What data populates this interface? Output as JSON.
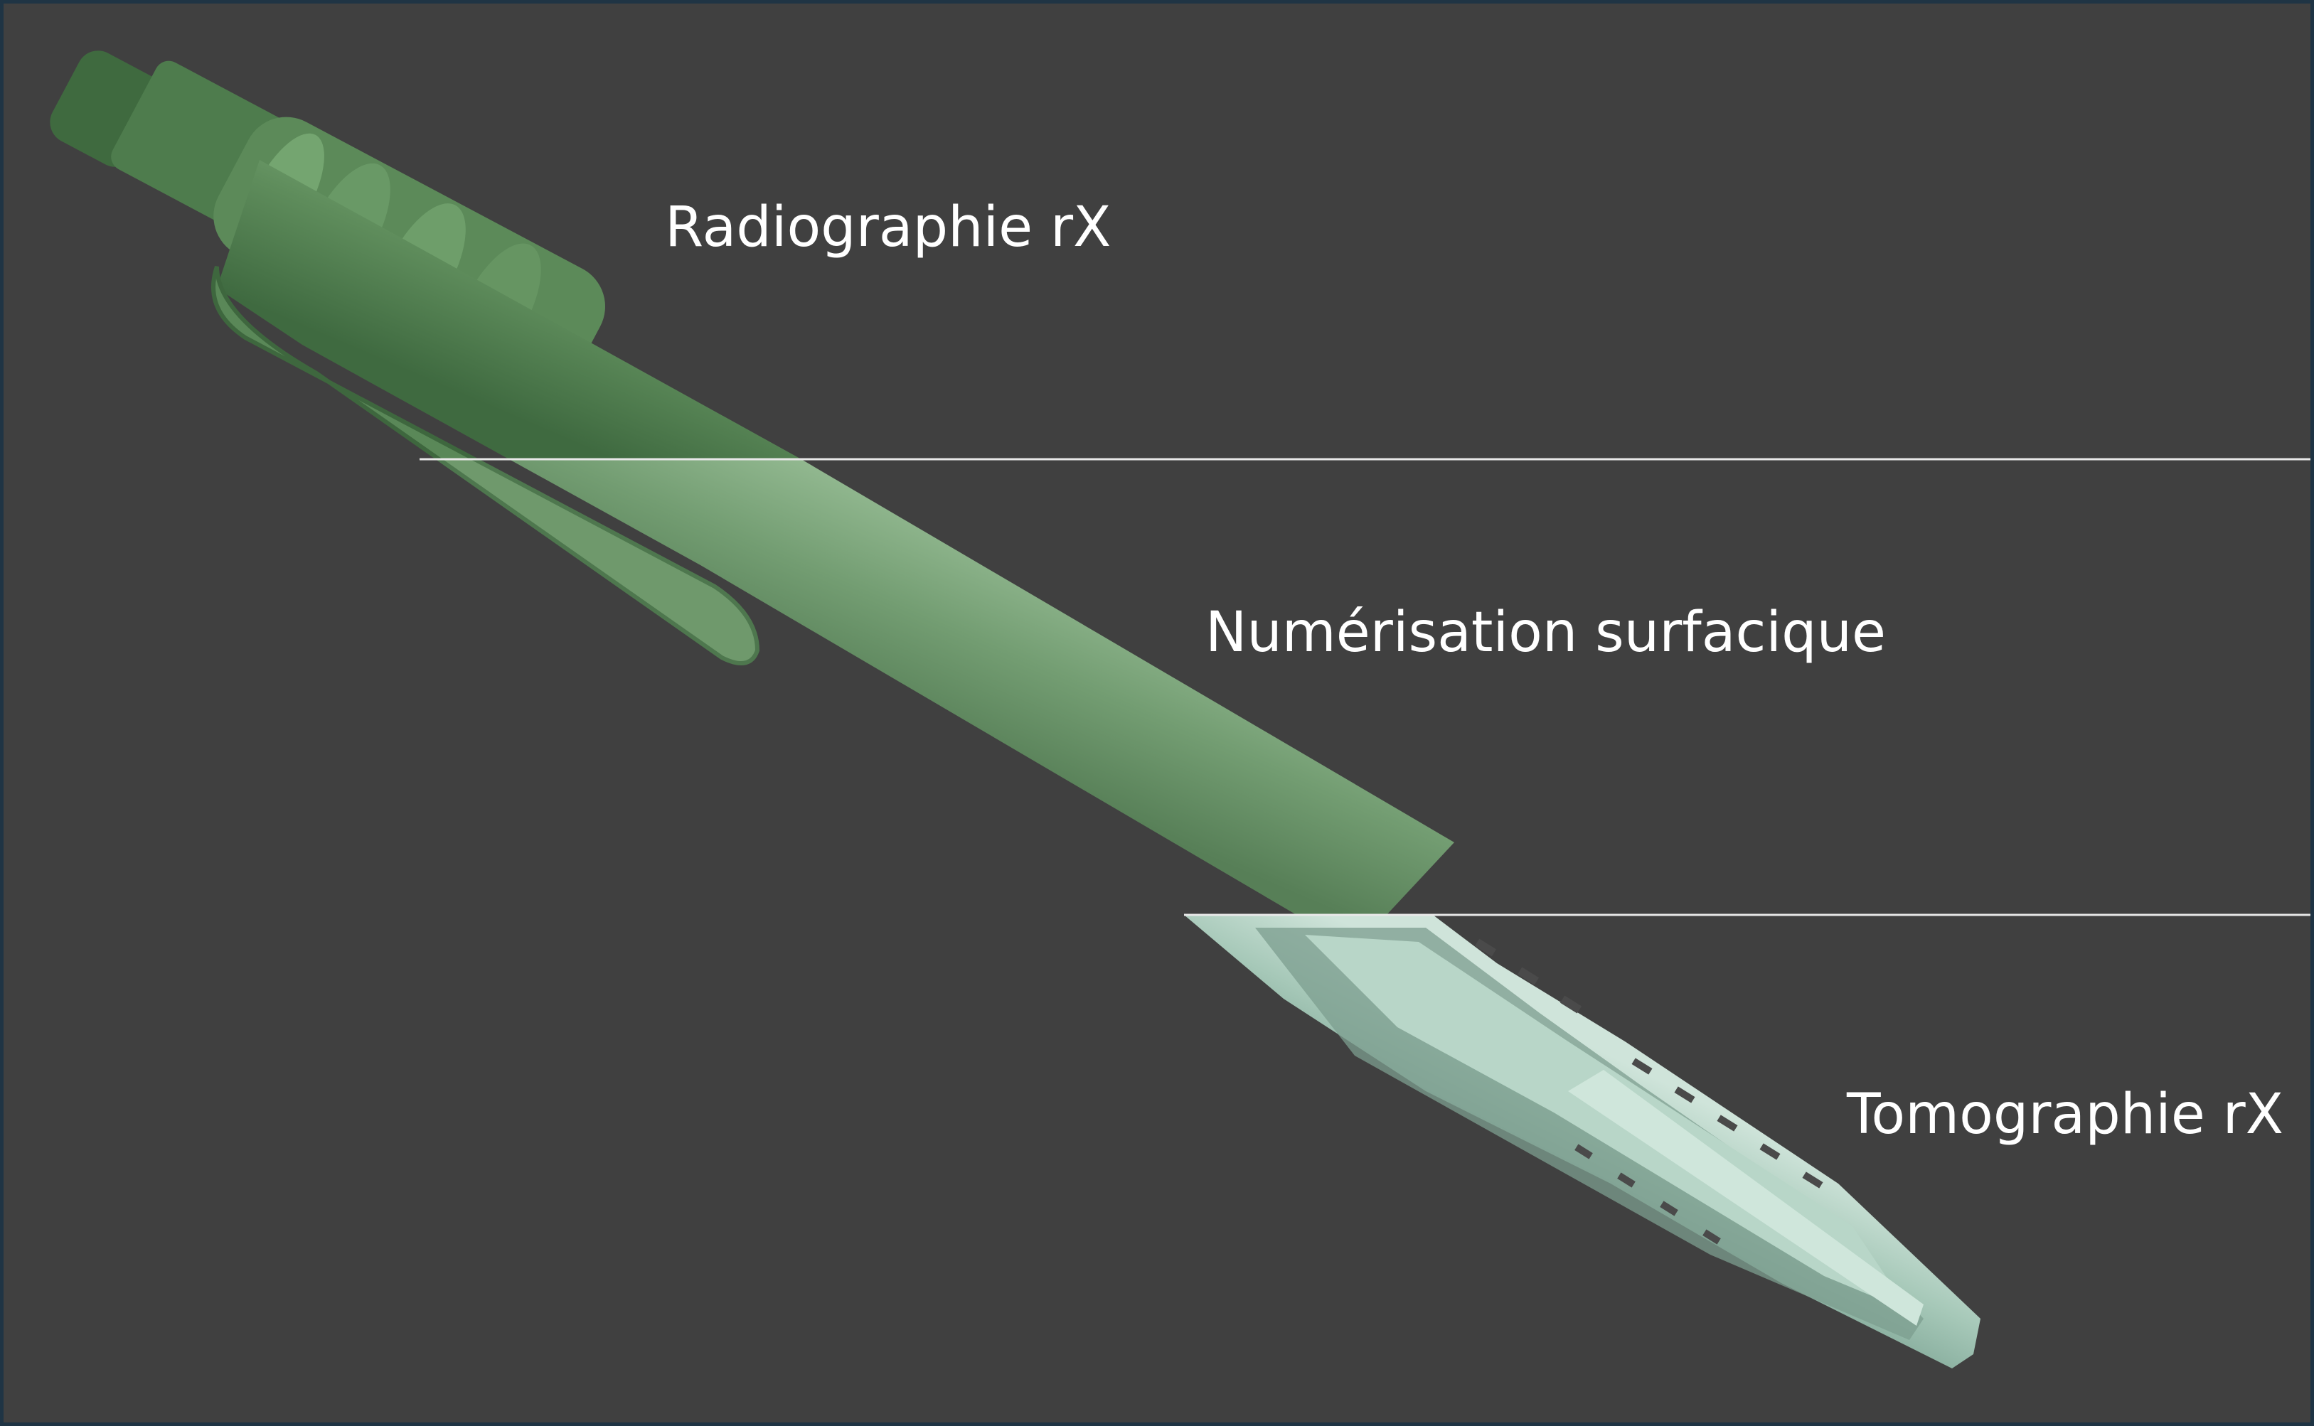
{
  "labels": {
    "radiography": "Radiographie rX",
    "surface_scan": "Numérisation surfacique",
    "tomography": "Tomographie rX"
  },
  "colors": {
    "background": "#404040",
    "border": "#1f3444",
    "pen_radiography": "#5e8a5c",
    "pen_surface": "#6f9a70",
    "pen_tomography": "#9fc4b4",
    "divider_lines": "#e8e8e8"
  },
  "object": "mechanical-pencil"
}
